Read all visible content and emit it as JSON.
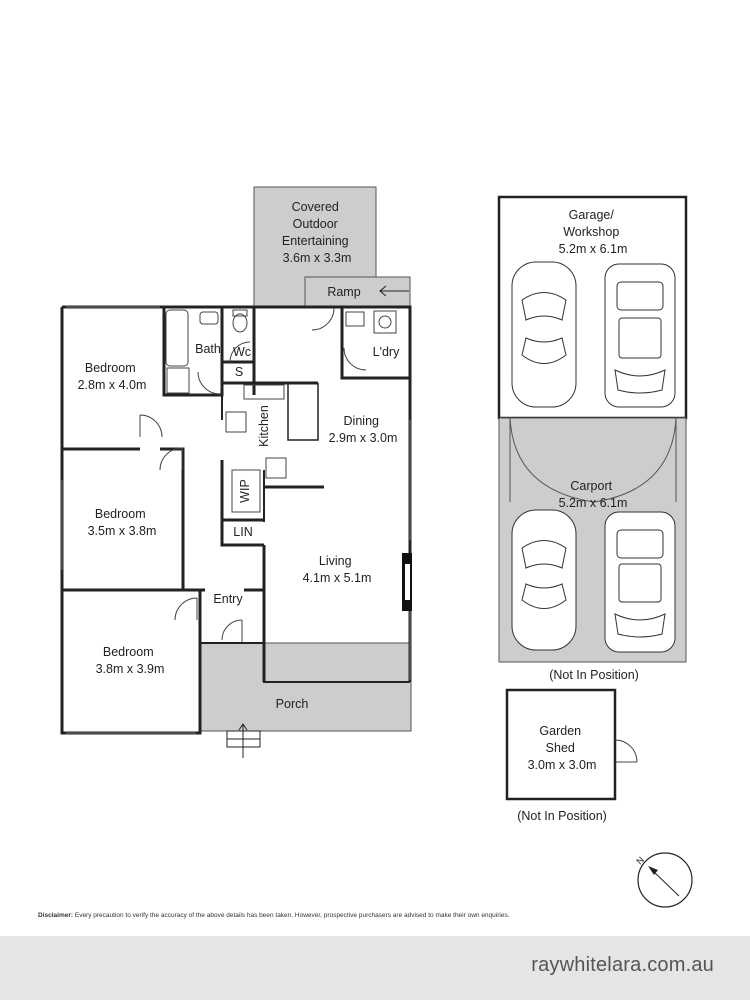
{
  "rooms": {
    "outdoor": [
      "Covered",
      "Outdoor",
      "Entertaining",
      "3.6m x 3.3m"
    ],
    "ramp": "Ramp",
    "bath": "Bath",
    "wc": "Wc",
    "s": "S",
    "laundry": "L'dry",
    "bedroom1": [
      "Bedroom",
      "2.8m x 4.0m"
    ],
    "bedroom2": [
      "Bedroom",
      "3.5m x 3.8m"
    ],
    "bedroom3": [
      "Bedroom",
      "3.8m x 3.9m"
    ],
    "kitchen": "Kitchen",
    "dining": [
      "Dining",
      "2.9m x 3.0m"
    ],
    "wip": "WIP",
    "lin": "LIN",
    "living": [
      "Living",
      "4.1m x 5.1m"
    ],
    "entry": "Entry",
    "porch": "Porch",
    "garage": [
      "Garage/",
      "Workshop",
      "5.2m x 6.1m"
    ],
    "carport": [
      "Carport",
      "5.2m x 6.1m"
    ],
    "carport_note": "(Not In Position)",
    "shed": [
      "Garden",
      "Shed",
      "3.0m x 3.0m"
    ],
    "shed_note": "(Not In Position)"
  },
  "compass": {
    "label": "N"
  },
  "disclaimer": {
    "label": "Disclaimer:",
    "text": " Every precaution to verify the accuracy of the above details has been taken. However, prospective purchasers are advised to make their own enquiries."
  },
  "footer": {
    "website": "raywhitelara.com.au"
  },
  "colors": {
    "shade": "#cdcdcd",
    "wall": "#222222",
    "footer_bg": "#e5e5e5"
  }
}
